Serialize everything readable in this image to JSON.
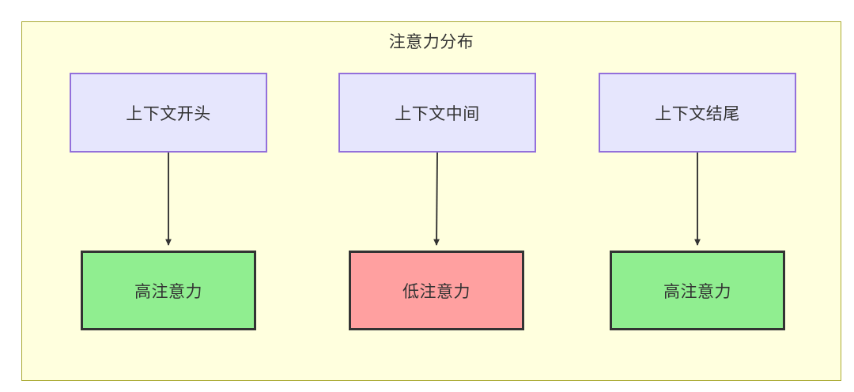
{
  "diagram": {
    "title": "注意力分布",
    "background_color": "#ffffde",
    "border_color": "#aaaa33",
    "text_color": "#333333"
  },
  "chart_data": {
    "type": "diagram",
    "title": "注意力分布",
    "nodes": [
      {
        "id": "n1",
        "label": "上下文开头",
        "row": "top",
        "column": 1,
        "fill": "#e6e6fd",
        "stroke": "#9370db"
      },
      {
        "id": "n2",
        "label": "上下文中间",
        "row": "top",
        "column": 2,
        "fill": "#e6e6fd",
        "stroke": "#9370db"
      },
      {
        "id": "n3",
        "label": "上下文结尾",
        "row": "top",
        "column": 3,
        "fill": "#e6e6fd",
        "stroke": "#9370db"
      },
      {
        "id": "n4",
        "label": "高注意力",
        "row": "bottom",
        "column": 1,
        "fill": "#90ee90",
        "stroke": "#333333"
      },
      {
        "id": "n5",
        "label": "低注意力",
        "row": "bottom",
        "column": 2,
        "fill": "#ffa0a0",
        "stroke": "#333333"
      },
      {
        "id": "n6",
        "label": "高注意力",
        "row": "bottom",
        "column": 3,
        "fill": "#90ee90",
        "stroke": "#333333"
      }
    ],
    "edges": [
      {
        "from": "n1",
        "to": "n4",
        "arrow": "down"
      },
      {
        "from": "n2",
        "to": "n5",
        "arrow": "down"
      },
      {
        "from": "n3",
        "to": "n6",
        "arrow": "down"
      }
    ]
  },
  "nodes": {
    "top": [
      {
        "label": "上下文开头"
      },
      {
        "label": "上下文中间"
      },
      {
        "label": "上下文结尾"
      }
    ],
    "bottom": [
      {
        "label": "高注意力"
      },
      {
        "label": "低注意力"
      },
      {
        "label": "高注意力"
      }
    ]
  }
}
